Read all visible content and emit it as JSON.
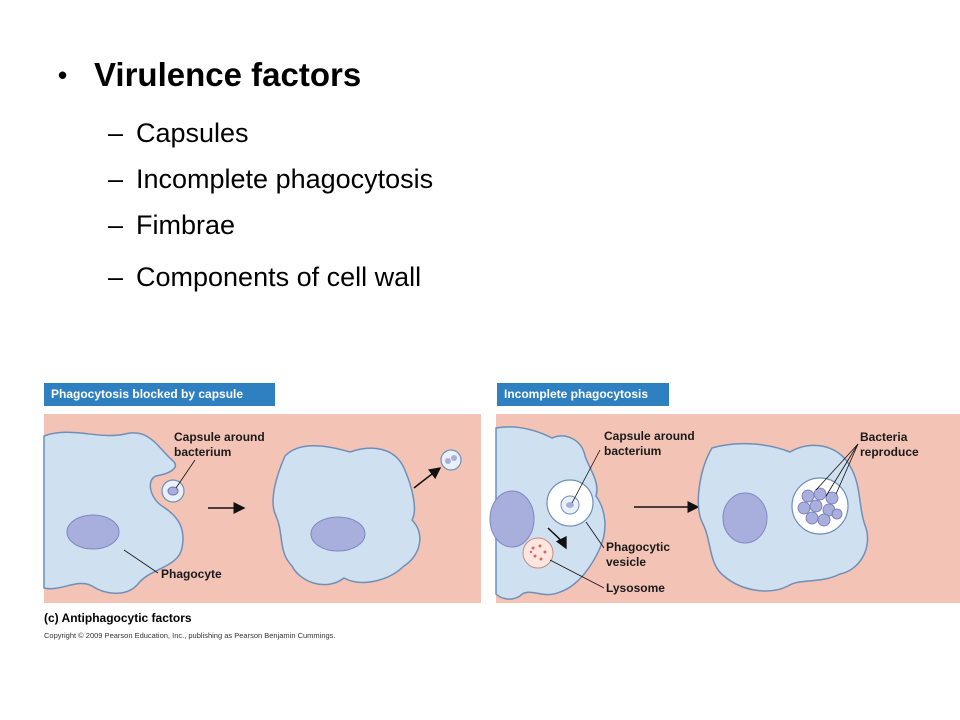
{
  "slide": {
    "bullet": "•",
    "title": "Virulence factors",
    "dash": "–",
    "sub_items": [
      "Capsules",
      "Incomplete phagocytosis",
      "Fimbrae",
      "Components of cell wall"
    ]
  },
  "figure": {
    "left_panel": {
      "header": "Phagocytosis blocked by capsule",
      "label_capsule_line1": "Capsule around",
      "label_capsule_line2": "bacterium",
      "label_phagocyte": "Phagocyte"
    },
    "right_panel": {
      "header": "Incomplete phagocytosis",
      "label_capsule_line1": "Capsule around",
      "label_capsule_line2": "bacterium",
      "label_bacteria_line1": "Bacteria",
      "label_bacteria_line2": "reproduce",
      "label_vesicle_line1": "Phagocytic",
      "label_vesicle_line2": "vesicle",
      "label_lysosome": "Lysosome"
    },
    "caption": "(c) Antiphagocytic factors",
    "copyright": "Copyright © 2009 Pearson Education, Inc., publishing as Pearson Benjamin Cummings."
  },
  "colors": {
    "panel_header": "#2f80c1",
    "panel_background": "#f3c4b5",
    "cell_fill": "#cfe0f0",
    "nucleus_fill": "#a9afdc"
  }
}
